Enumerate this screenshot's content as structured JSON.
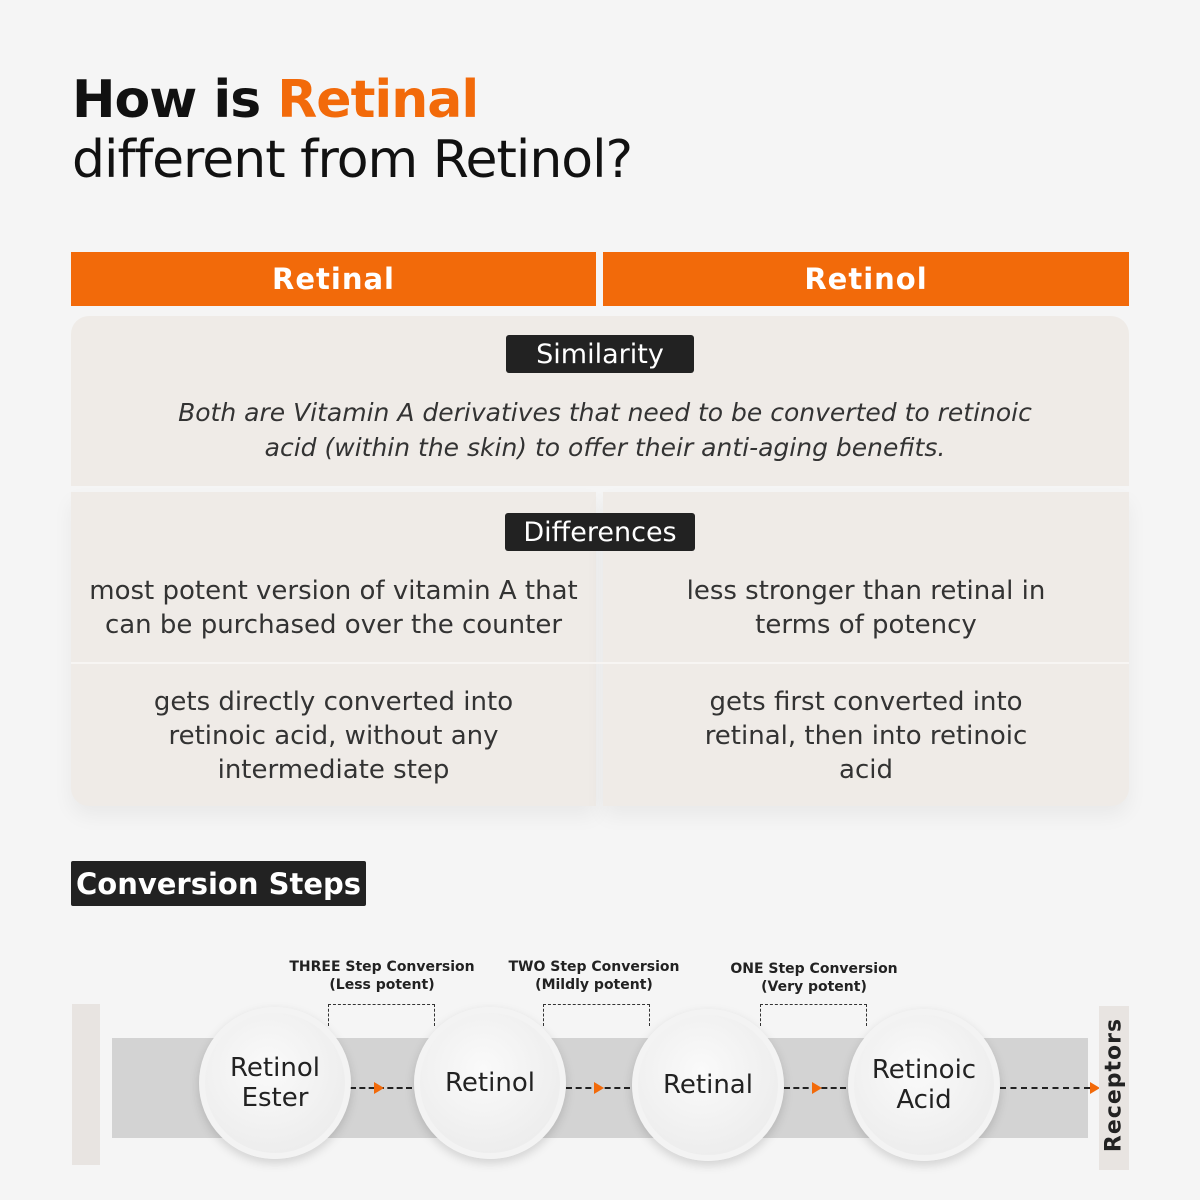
{
  "title": {
    "prefix": "How is ",
    "highlight": "Retinal",
    "line2": "different from Retinol?"
  },
  "columns": [
    "Retinal",
    "Retinol"
  ],
  "similarity": {
    "label": "Similarity",
    "text": "Both are Vitamin A derivatives that need to be converted to retinoic acid (within the skin) to offer their anti-aging benefits."
  },
  "differences": {
    "label": "Differences",
    "rows": [
      [
        "most potent version of vitamin A that can be purchased over the counter",
        "less stronger than retinal in terms of potency"
      ],
      [
        "gets directly converted into retinoic acid, without any intermediate step",
        "gets first converted into retinal, then into retinoic acid"
      ]
    ]
  },
  "conversion": {
    "label": "Conversion Steps",
    "steps": [
      {
        "l1": "THREE Step Conversion",
        "l2": "(Less potent)"
      },
      {
        "l1": "TWO Step Conversion",
        "l2": "(Mildly potent)"
      },
      {
        "l1": "ONE Step Conversion",
        "l2": "(Very potent)"
      }
    ],
    "nodes": [
      "Retinol Ester",
      "Retinol",
      "Retinal",
      "Retinoic Acid"
    ],
    "end": "Receptors"
  },
  "colors": {
    "accent": "#f26a0a",
    "dark": "#222222",
    "card": "#efebe7"
  }
}
